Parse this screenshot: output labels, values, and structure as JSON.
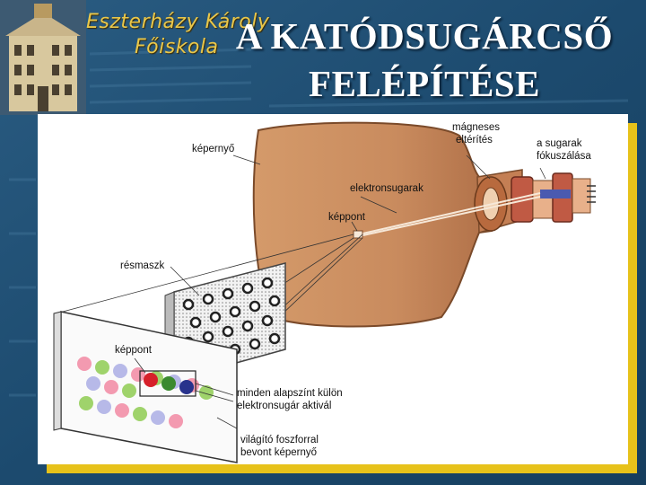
{
  "header": {
    "logo_line1": "Eszterházy Károly",
    "logo_line2": "Főiskola",
    "title_line1": "A KATÓDSUGÁRCSŐ",
    "title_line2": "FELÉPÍTÉSE"
  },
  "diagram": {
    "labels": {
      "kepernyo": "képernyő",
      "magneses_1": "mágneses",
      "magneses_2": "eltérítés",
      "fokusz_1": "a sugarak",
      "fokusz_2": "fókuszálása",
      "elektronsugarak": "elektronsugarak",
      "keppont_tube": "képpont",
      "resmaszk": "résmaszk",
      "keppont_screen": "képpont",
      "alapszin_1": "minden alapszínt külön",
      "alapszin_2": "elektronsugár aktivál",
      "foszfor_1": "világító foszforral",
      "foszfor_2": "bevont képernyő"
    },
    "colors": {
      "glass": "#c98b5e",
      "accent_frame": "#e7c21a",
      "red": "#d6202a",
      "green": "#3b8a2f",
      "blue": "#28328c"
    }
  }
}
